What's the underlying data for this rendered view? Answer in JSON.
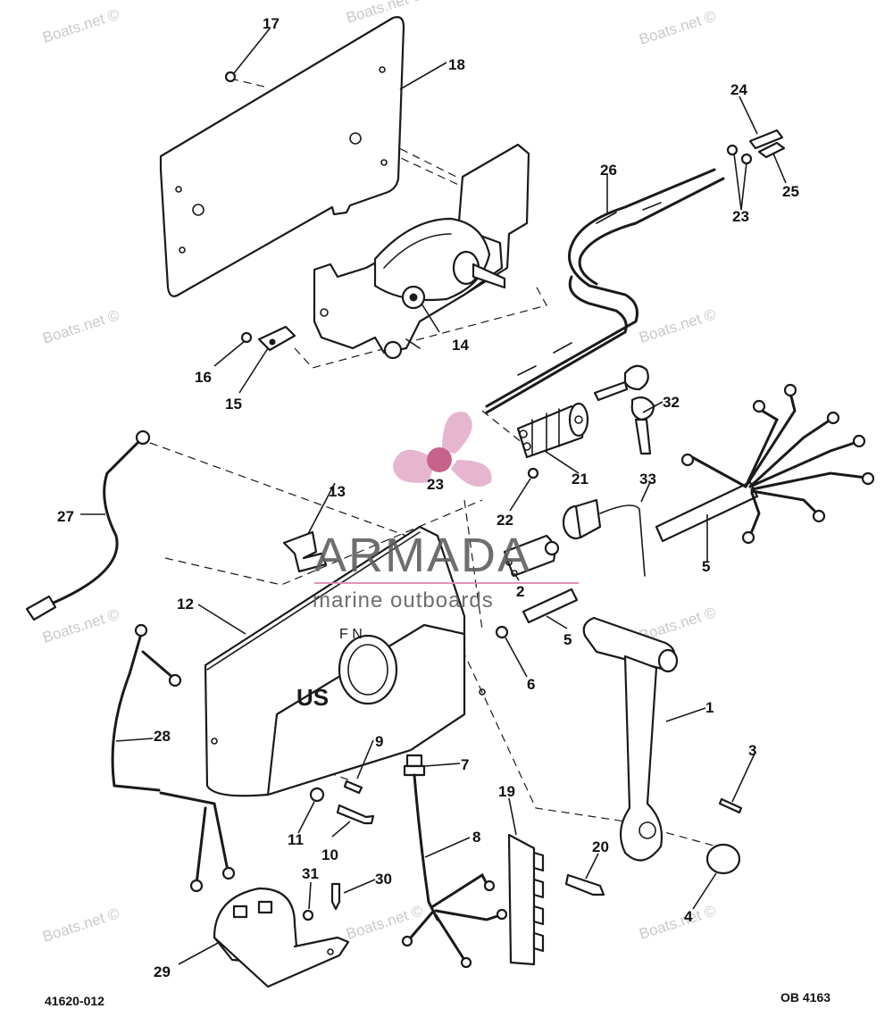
{
  "diagram": {
    "figure_id_left": "41620-012",
    "figure_id_right": "OB 4163",
    "part_labels": [
      "1",
      "2",
      "3",
      "4",
      "5",
      "5",
      "6",
      "7",
      "8",
      "9",
      "10",
      "11",
      "12",
      "13",
      "14",
      "15",
      "16",
      "17",
      "18",
      "19",
      "20",
      "21",
      "22",
      "23",
      "23",
      "24",
      "25",
      "26",
      "27",
      "28",
      "29",
      "30",
      "31",
      "32",
      "33"
    ],
    "housing_text_1": "US",
    "housing_text_2": "F N"
  },
  "watermarks": {
    "site": "Boats.net ©",
    "brand_name": "ARMADA",
    "brand_tagline": "marine outboards"
  },
  "colors": {
    "line": "#1a1a1a",
    "watermark_gray": "#c9c9c9",
    "logo_pink": "#d98cb4",
    "logo_dark_pink": "#c2537f",
    "logo_text_gray": "#5f5f5f"
  }
}
